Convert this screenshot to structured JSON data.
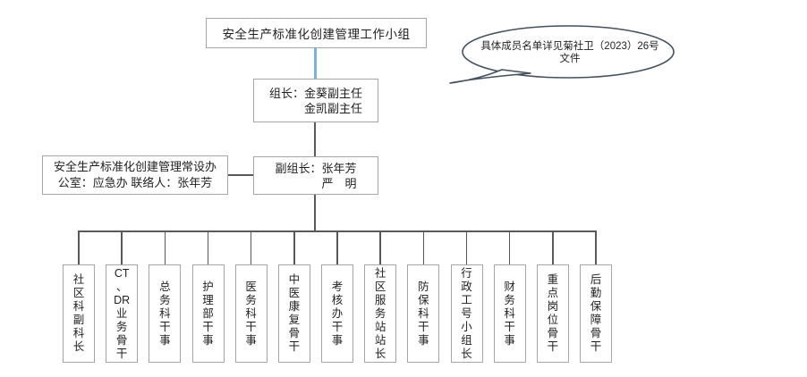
{
  "diagram": {
    "title_box": "安全生产标准化创建管理工作小组",
    "callout": {
      "line1": "具体成员名单详见菊社卫（2023）26号",
      "line2": "文件"
    },
    "leader": {
      "label": "组长：",
      "names": [
        "金葵副主任",
        "金凯副主任"
      ]
    },
    "deputy": {
      "label": "副组长：",
      "names": [
        "张年芳",
        "严　明"
      ]
    },
    "office": {
      "line1": "安全生产标准化创建管理常设办",
      "line2": "公室：应急办 联络人：张年芳"
    },
    "members": [
      {
        "label": "社区科副科长"
      },
      {
        "label": "CT、DR业务骨干"
      },
      {
        "label": "总务科干事"
      },
      {
        "label": "护理部干事"
      },
      {
        "label": "医务科干事"
      },
      {
        "label": "中医康复骨干"
      },
      {
        "label": "考核办干事"
      },
      {
        "label": "社区服务站站长"
      },
      {
        "label": "防保科干事"
      },
      {
        "label": "行政工号小组长"
      },
      {
        "label": "财务科干事"
      },
      {
        "label": "重点岗位骨干"
      },
      {
        "label": "后勤保障骨干"
      }
    ],
    "colors": {
      "box_border": "#a6a6a6",
      "connector": "#595959",
      "highlight_connector": "#74b2ec",
      "callout_border": "#43505c",
      "text": "#1f1f1f",
      "background": "#ffffff"
    }
  }
}
